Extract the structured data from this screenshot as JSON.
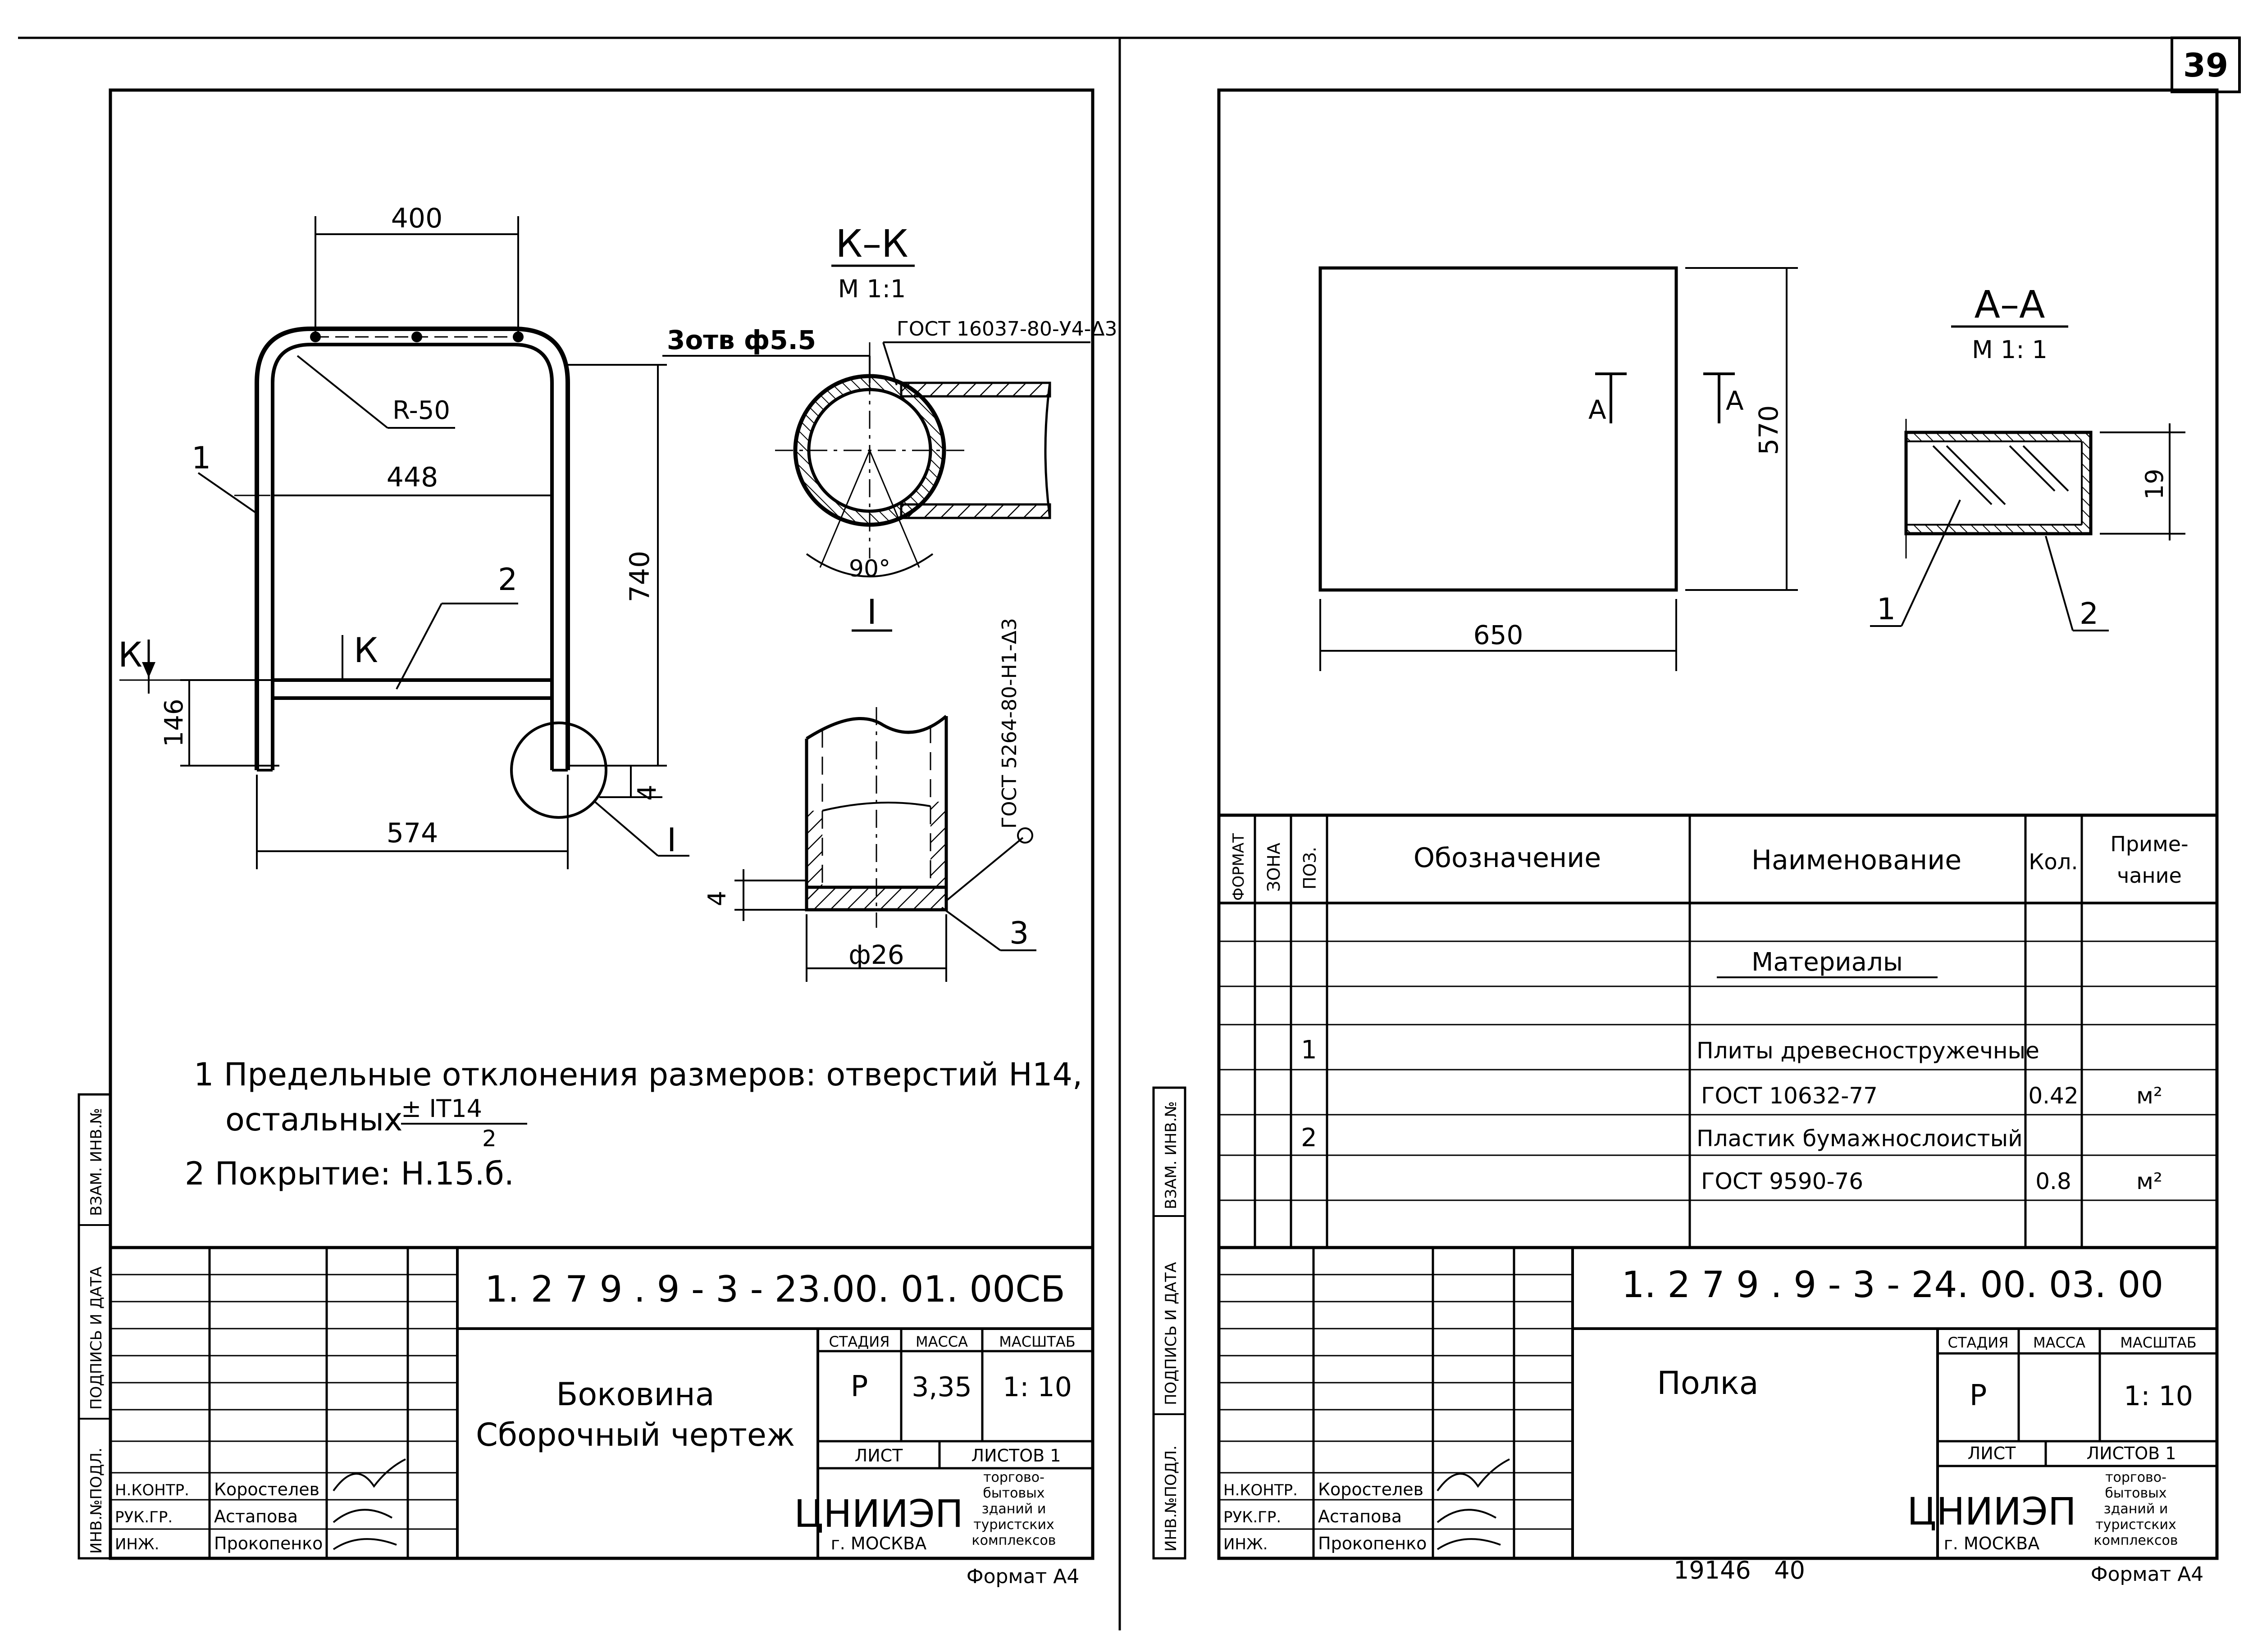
{
  "page": {
    "number": "39",
    "footer_number": "19146   40"
  },
  "left": {
    "section_kk": {
      "title": "К–К",
      "scale": "М 1:1"
    },
    "dims": {
      "d400": "400",
      "d448": "448",
      "r50": "R-50",
      "d740": "740",
      "d146": "146",
      "d574": "574",
      "d4a": "4",
      "d4b": "4",
      "d26": "ф26",
      "d90": "90°"
    },
    "labels": {
      "holes": "3отв ф5.5",
      "gost_weld_1": "ГОСТ 16037-80-У4-Δ3",
      "gost_weld_2": "ГОСТ 5264-80-Н1-Δ3",
      "node": "I",
      "node_detail": "I",
      "k_left": "К",
      "k_right": "К",
      "pos1": "1",
      "pos2": "2",
      "pos3": "3"
    },
    "notes": {
      "n1": "1  Предельные  отклонения  размеров: отверстий  Н14,",
      "n1b": "остальных",
      "n1c": "± IT14",
      "n1d": "2",
      "n2": "2  Покрытие:   Н.15.б."
    },
    "titleblock": {
      "code": "1. 2 7 9 . 9 - 3 - 23.00. 01. 00СБ",
      "name1": "Боковина",
      "name2": "Сборочный  чертеж",
      "h_stage": "СТАДИЯ",
      "h_mass": "МАССА",
      "h_scale": "МАСШТАБ",
      "stage": "Р",
      "mass": "3,35",
      "scale": "1: 10",
      "sheet": "ЛИСТ",
      "sheets": "ЛИСТОВ  1",
      "org": "ЦНИИЭП",
      "city": "г. МОСКВА",
      "org_desc": [
        "торгово-",
        "бытовых",
        "зданий и",
        "туристских",
        "комплексов"
      ],
      "roles": [
        {
          "role": "Н.КОНТР.",
          "name": "Коростелев"
        },
        {
          "role": "РУК.ГР.",
          "name": "Астапова"
        },
        {
          "role": "ИНЖ.",
          "name": "Прокопенко"
        }
      ],
      "side": [
        "ИНВ.№ПОДЛ.",
        "ПОДПИСЬ И ДАТА",
        "ВЗАМ. ИНВ.№"
      ],
      "format": "Формат  А4"
    }
  },
  "right": {
    "section_aa": {
      "title": "А–А",
      "scale": "М 1: 1"
    },
    "dims": {
      "d650": "650",
      "d570": "570",
      "d19": "19"
    },
    "labels": {
      "a1": "А",
      "a2": "А",
      "pos1": "1",
      "pos2": "2"
    },
    "spec": {
      "h_format": "ФОРМАТ",
      "h_zone": "ЗОНА",
      "h_pos": "ПОЗ.",
      "h_designation": "Обозначение",
      "h_name": "Наименование",
      "h_qty": "Кол.",
      "h_note1": "Приме-",
      "h_note2": "чание",
      "materials": "Материалы",
      "rows": [
        {
          "pos": "1",
          "name": "Плиты древесностружечные",
          "qty": "",
          "note": ""
        },
        {
          "pos": "",
          "name": "ГОСТ 10632-77",
          "qty": "0.42",
          "note": "м²"
        },
        {
          "pos": "2",
          "name": "Пластик бумажнослоистый",
          "qty": "",
          "note": ""
        },
        {
          "pos": "",
          "name": "ГОСТ 9590-76",
          "qty": "0.8",
          "note": "м²"
        }
      ]
    },
    "titleblock": {
      "code": "1. 2 7 9 . 9 - 3 - 24. 00. 03. 00",
      "name1": "Полка",
      "h_stage": "СТАДИЯ",
      "h_mass": "МАССА",
      "h_scale": "МАСШТАБ",
      "stage": "Р",
      "mass": "",
      "scale": "1: 10",
      "sheet": "ЛИСТ",
      "sheets": "ЛИСТОВ  1",
      "org": "ЦНИИЭП",
      "city": "г. МОСКВА",
      "org_desc": [
        "торгово-",
        "бытовых",
        "зданий и",
        "туристских",
        "комплексов"
      ],
      "roles": [
        {
          "role": "Н.КОНТР.",
          "name": "Коростелев"
        },
        {
          "role": "РУК.ГР.",
          "name": "Астапова"
        },
        {
          "role": "ИНЖ.",
          "name": "Прокопенко"
        }
      ],
      "side": [
        "ИНВ.№ПОДЛ.",
        "ПОДПИСЬ И ДАТА",
        "ВЗАМ. ИНВ.№"
      ],
      "format": "Формат  А4"
    }
  }
}
